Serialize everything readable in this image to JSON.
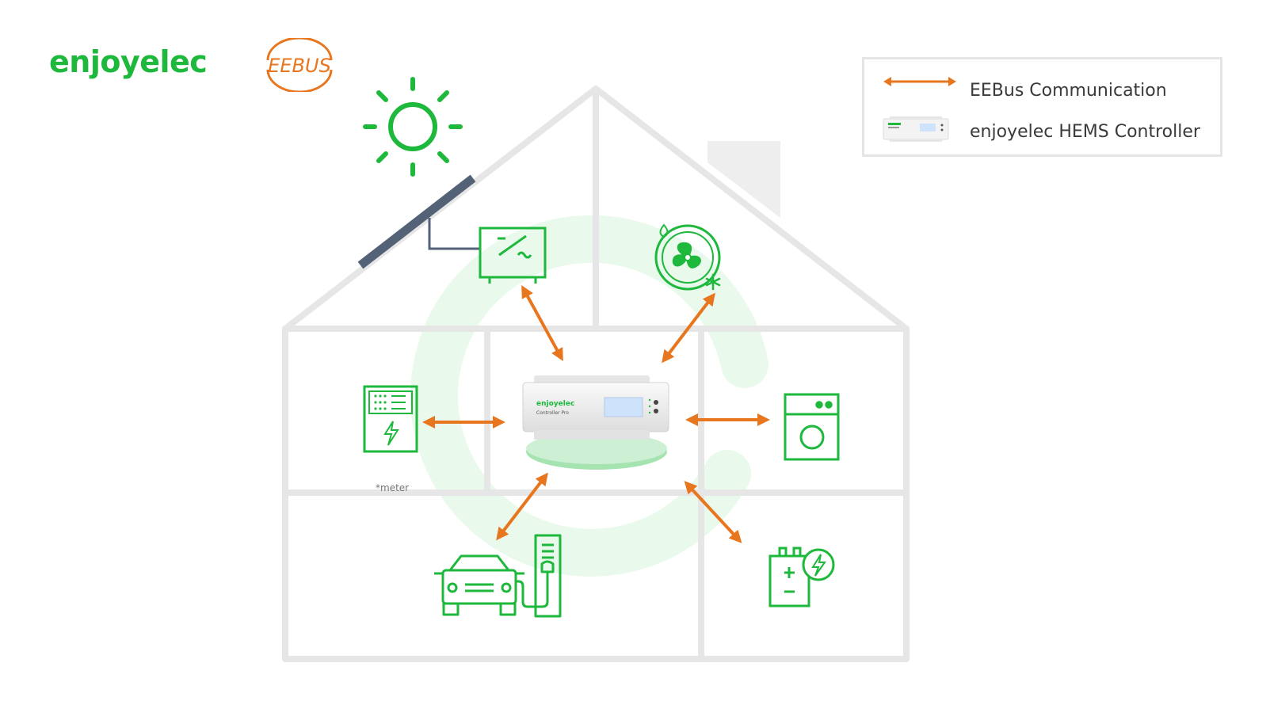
{
  "brand": {
    "logo_text": "enjoyelec",
    "partner_logo_text": "EEBUS"
  },
  "legend": {
    "items": [
      {
        "label": "EEBus Communication",
        "icon": "orange-double-arrow-icon"
      },
      {
        "label": "enjoyelec HEMS Controller",
        "icon": "hems-controller-icon"
      }
    ]
  },
  "controller": {
    "brand": "enjoyelec",
    "model": "Controller Pro"
  },
  "devices": [
    {
      "id": "pv-inverter",
      "icon": "inverter-icon"
    },
    {
      "id": "heat-pump",
      "icon": "heat-pump-fan-icon"
    },
    {
      "id": "meter",
      "icon": "smart-meter-icon",
      "note": "*meter"
    },
    {
      "id": "washing-machine",
      "icon": "washing-machine-icon"
    },
    {
      "id": "ev-charger",
      "icon": "electric-car-charger-icon"
    },
    {
      "id": "battery",
      "icon": "battery-storage-icon"
    }
  ],
  "colors": {
    "green": "#1db83c",
    "orange": "#e8761e",
    "house_outline": "#e6e6e6",
    "solar_panel": "#546278"
  }
}
